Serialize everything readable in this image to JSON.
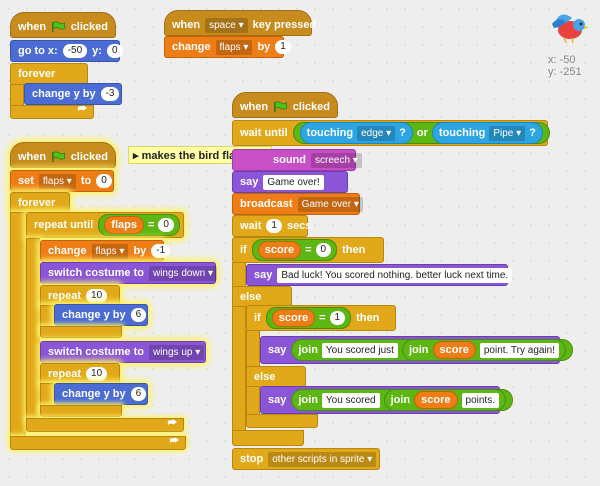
{
  "blocks": {
    "flag_hat1": {
      "when": "when",
      "clicked": "clicked"
    },
    "goto": {
      "label": "go to x:",
      "x": "-50",
      "ylabel": "y:",
      "y": "0"
    },
    "forever1": {
      "label": "forever"
    },
    "change_y_neg": {
      "label": "change y by",
      "value": "-3"
    },
    "key_hat": {
      "when": "when",
      "key": "space",
      "pressed": "key pressed"
    },
    "change_flaps_top": {
      "label": "change",
      "var": "flaps",
      "by": "by",
      "value": "1"
    },
    "flag_hat2": {
      "when": "when",
      "clicked": "clicked"
    },
    "comment": {
      "text": "makes the bird flap"
    },
    "set_flaps": {
      "label": "set",
      "var": "flaps",
      "to": "to",
      "value": "0"
    },
    "forever2": {
      "label": "forever"
    },
    "repeat_until": {
      "label": "repeat until",
      "var": "flaps",
      "value": "0"
    },
    "change_flaps_neg": {
      "label": "change",
      "var": "flaps",
      "by": "by",
      "value": "-1"
    },
    "switch1": {
      "label": "switch costume to",
      "costume": "wings down"
    },
    "repeat1": {
      "label": "repeat",
      "value": "10"
    },
    "change_y_1": {
      "label": "change y by",
      "value": "6"
    },
    "switch2": {
      "label": "switch costume to",
      "costume": "wings up"
    },
    "repeat2": {
      "label": "repeat",
      "value": "10"
    },
    "change_y_2": {
      "label": "change y by",
      "value": "6"
    },
    "flag_hat3": {
      "when": "when",
      "clicked": "clicked"
    },
    "wait_until": {
      "label": "wait until",
      "touching": "touching",
      "obj1": "edge",
      "q": "?",
      "or": "or",
      "obj2": "Pipe"
    },
    "play_sound": {
      "label": "sound",
      "sound": "screech"
    },
    "say_over": {
      "label": "say",
      "text": "Game over!"
    },
    "broadcast": {
      "label": "broadcast",
      "msg": "Game over"
    },
    "wait_secs": {
      "label": "wait",
      "value": "1",
      "secs": "secs"
    },
    "if1": {
      "label": "if",
      "var": "score",
      "value": "0",
      "then": "then"
    },
    "say_nothing": {
      "label": "say",
      "text": "Bad luck! You scored nothing. better luck next time."
    },
    "else1": {
      "label": "else"
    },
    "if2": {
      "label": "if",
      "var": "score",
      "value": "1",
      "then": "then"
    },
    "say_just": {
      "label": "say",
      "join": "join",
      "t1": "You scored  just",
      "join2": "join",
      "var": "score",
      "t2": "point. Try again!"
    },
    "else2": {
      "label": "else"
    },
    "say_points": {
      "label": "say",
      "join": "join",
      "t1": "You scored",
      "join2": "join",
      "var": "score",
      "t2": "points."
    },
    "stop": {
      "label": "stop",
      "option": "other scripts in sprite"
    }
  },
  "stage": {
    "x_label": "x:",
    "x": "-50",
    "y_label": "y:",
    "y": "-251"
  },
  "colors": {
    "events": "#c88b1e",
    "motion": "#4a6cd4",
    "control": "#e1a91a",
    "looks": "#8a55d7",
    "sound": "#c94fc9",
    "data": "#ee7d16",
    "operators": "#5cb712",
    "sensing": "#2ca5e2"
  },
  "icons": [
    "green-flag-icon",
    "bird-sprite-icon",
    "loop-arrow-icon",
    "comment-arrow-icon"
  ]
}
